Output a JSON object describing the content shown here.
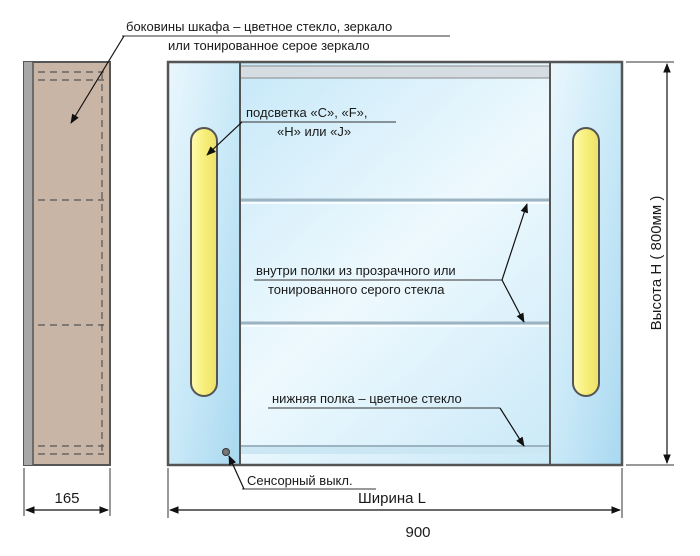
{
  "labels": {
    "side_walls_line1": "боковины шкафа – цветное стекло, зеркало",
    "side_walls_line2": "или тонированное серое зеркало",
    "lighting_line1": "подсветка «C», «F»,",
    "lighting_line2": "«H» или «J»",
    "shelves_line1": "внутри полки из прозрачного или",
    "shelves_line2": "тонированного серого стекла",
    "bottom_shelf": "нижняя полка – цветное стекло",
    "sensor_switch": "Сенсорный выкл."
  },
  "dimensions": {
    "depth": "165",
    "width_label": "Ширина L",
    "width_value": "900",
    "height_label": "Высота H ( 800мм )"
  },
  "colors": {
    "side_panel": "#c9b5a6",
    "side_edge": "#9a9a9a",
    "glass_light": "#e9f7fd",
    "glass_mid": "#bfe3f5",
    "lamp_fill": "#f6f08a",
    "frame": "#555555"
  }
}
